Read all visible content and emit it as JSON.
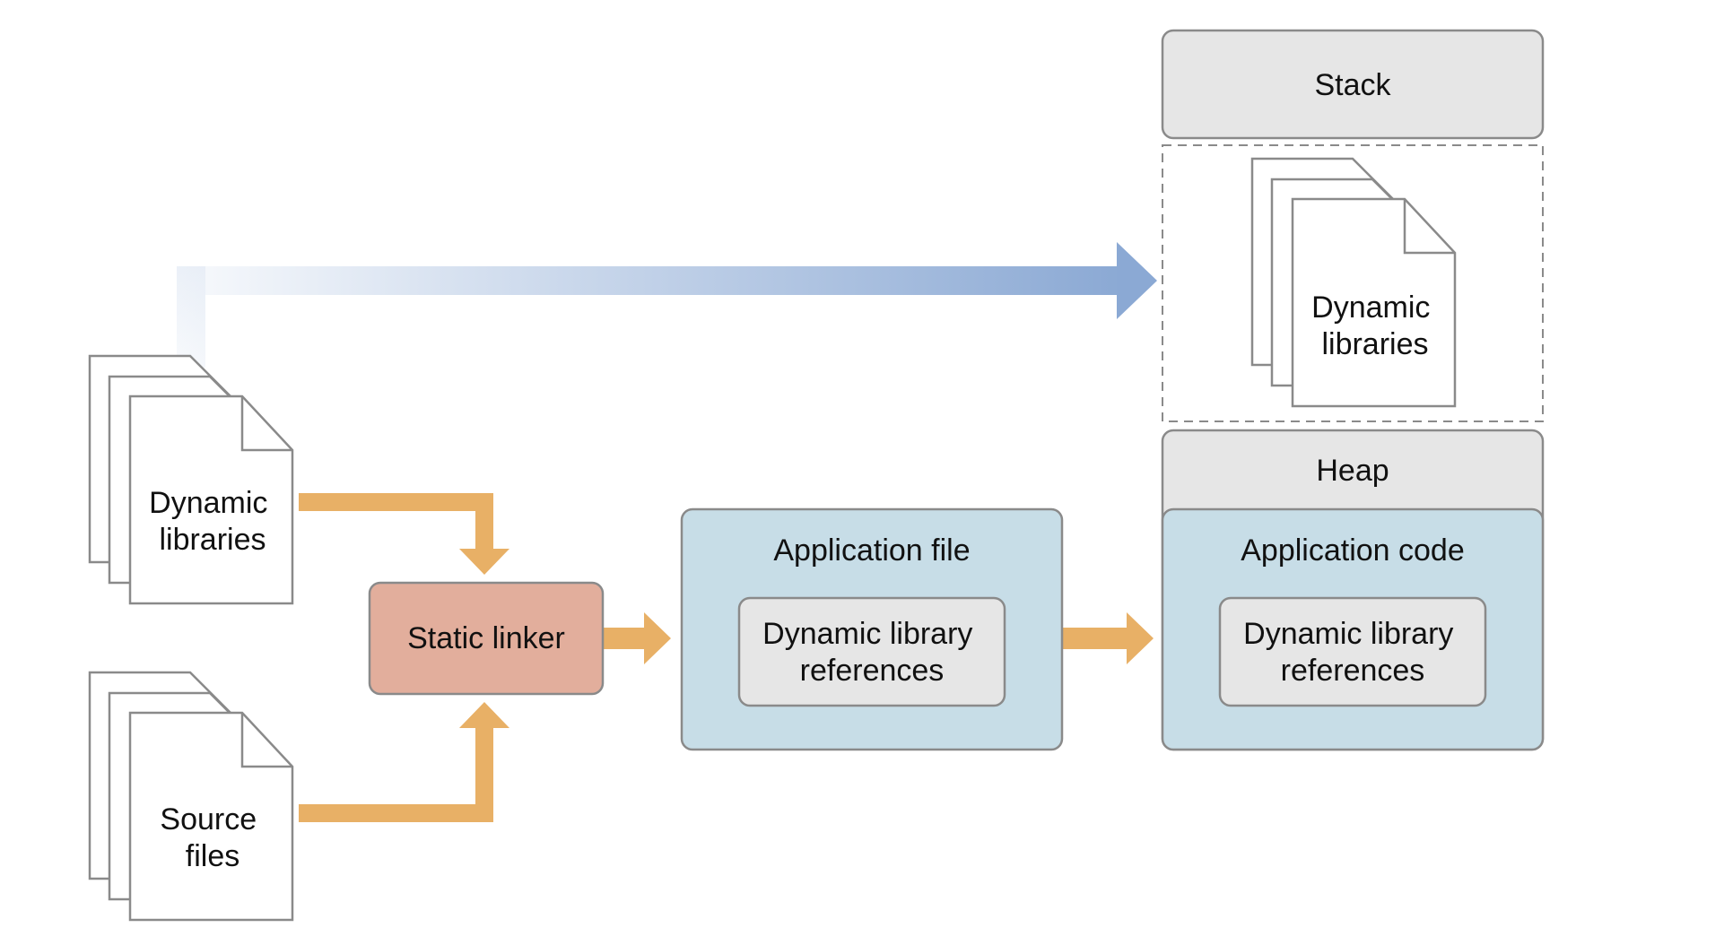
{
  "diagram": {
    "left_docs": [
      {
        "lines": [
          "Dynamic",
          "libraries"
        ]
      },
      {
        "lines": [
          "Source",
          "files"
        ]
      }
    ],
    "static_linker": {
      "label": "Static linker"
    },
    "application_file": {
      "title": "Application file",
      "inner": {
        "lines": [
          "Dynamic library",
          "references"
        ]
      }
    },
    "memory": {
      "stack_label": "Stack",
      "loaded_docs": {
        "lines": [
          "Dynamic",
          "libraries"
        ]
      },
      "heap_label": "Heap",
      "application_code": {
        "title": "Application code",
        "inner": {
          "lines": [
            "Dynamic library",
            "references"
          ]
        }
      }
    }
  },
  "colors": {
    "orange_arrow": "#E8B066",
    "blue_arrow": "#8BA9D4",
    "static_linker_fill": "#E2AE9C",
    "app_box_fill": "#C7DDE7",
    "gray_box_fill": "#E6E6E6",
    "stroke": "#8A8A8A"
  }
}
